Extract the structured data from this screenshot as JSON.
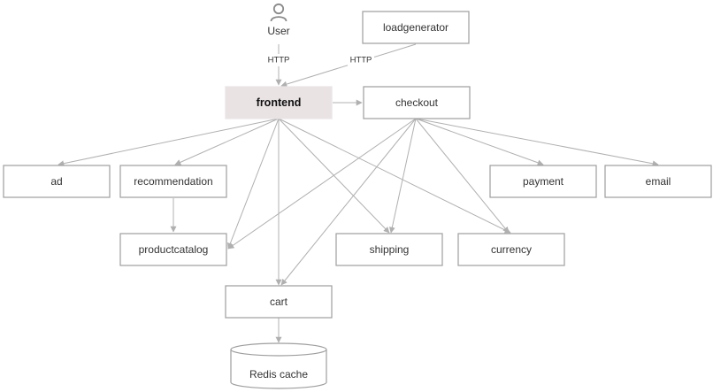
{
  "nodes": {
    "user": "User",
    "loadgenerator": "loadgenerator",
    "frontend": "frontend",
    "checkout": "checkout",
    "ad": "ad",
    "recommendation": "recommendation",
    "payment": "payment",
    "email": "email",
    "productcatalog": "productcatalog",
    "shipping": "shipping",
    "currency": "currency",
    "cart": "cart",
    "redis": "Redis cache"
  },
  "edges": {
    "user_label": "HTTP",
    "loadgen_label": "HTTP"
  },
  "colors": {
    "frontend_fill": "#e9e3e4",
    "edge": "#b0b0b0",
    "box_stroke": "#9e9e9e"
  },
  "icons": {
    "user": "person-icon"
  }
}
